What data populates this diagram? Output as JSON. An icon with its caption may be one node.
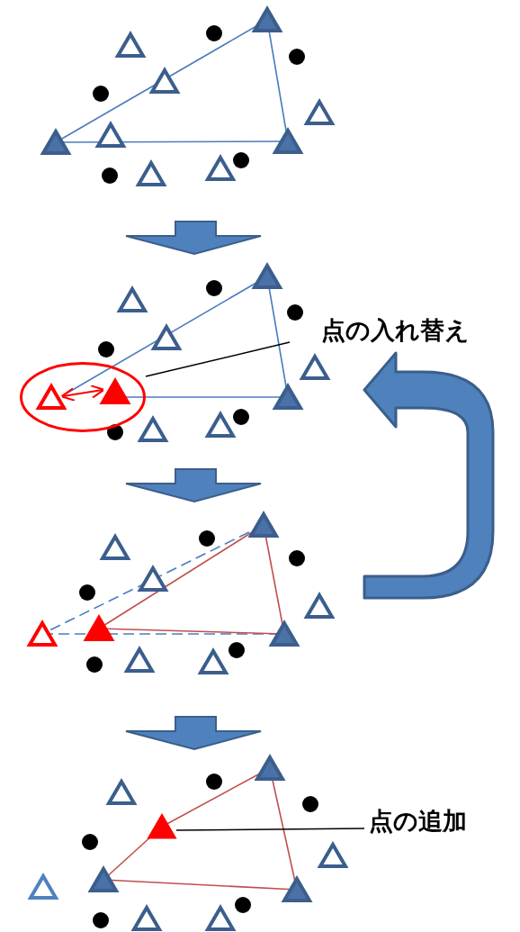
{
  "diagram": {
    "nodes": [
      {
        "text": [
          "点の入れ替え"
        ]
      },
      {
        "text": [],
        "shape": "circle"
      },
      {
        "text": [],
        "shape": "triangle"
      },
      {
        "text": [
          "点の追加"
        ]
      }
    ],
    "edges": [
      {
        "from": 0,
        "to": 1,
        "arrow": "none"
      },
      {
        "from": 3,
        "to": 2,
        "arrow": "none"
      }
    ]
  }
}
